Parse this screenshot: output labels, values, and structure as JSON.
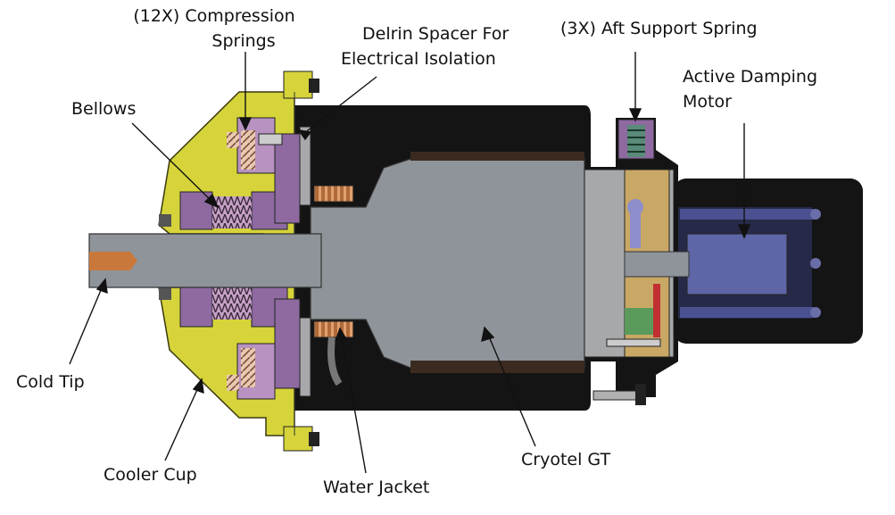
{
  "labels": {
    "compression_springs": [
      "(12X) Compression",
      "Springs"
    ],
    "delrin_spacer": [
      "Delrin Spacer For",
      "Electrical Isolation"
    ],
    "aft_support_spring": "(3X) Aft Support Spring",
    "active_damping_motor": [
      "Active Damping",
      "Motor"
    ],
    "bellows": "Bellows",
    "cold_tip": "Cold Tip",
    "cooler_cup": "Cooler Cup",
    "water_jacket": "Water Jacket",
    "cryotel_gt": "Cryotel GT"
  },
  "colors": {
    "cup_yellow": "#d6d43a",
    "bellows_purple": "#8e6aa0",
    "body_gray": "#8f949a",
    "housing_black": "#141414",
    "motor_blue": "#5e66a8",
    "copper": "#c8783a"
  }
}
